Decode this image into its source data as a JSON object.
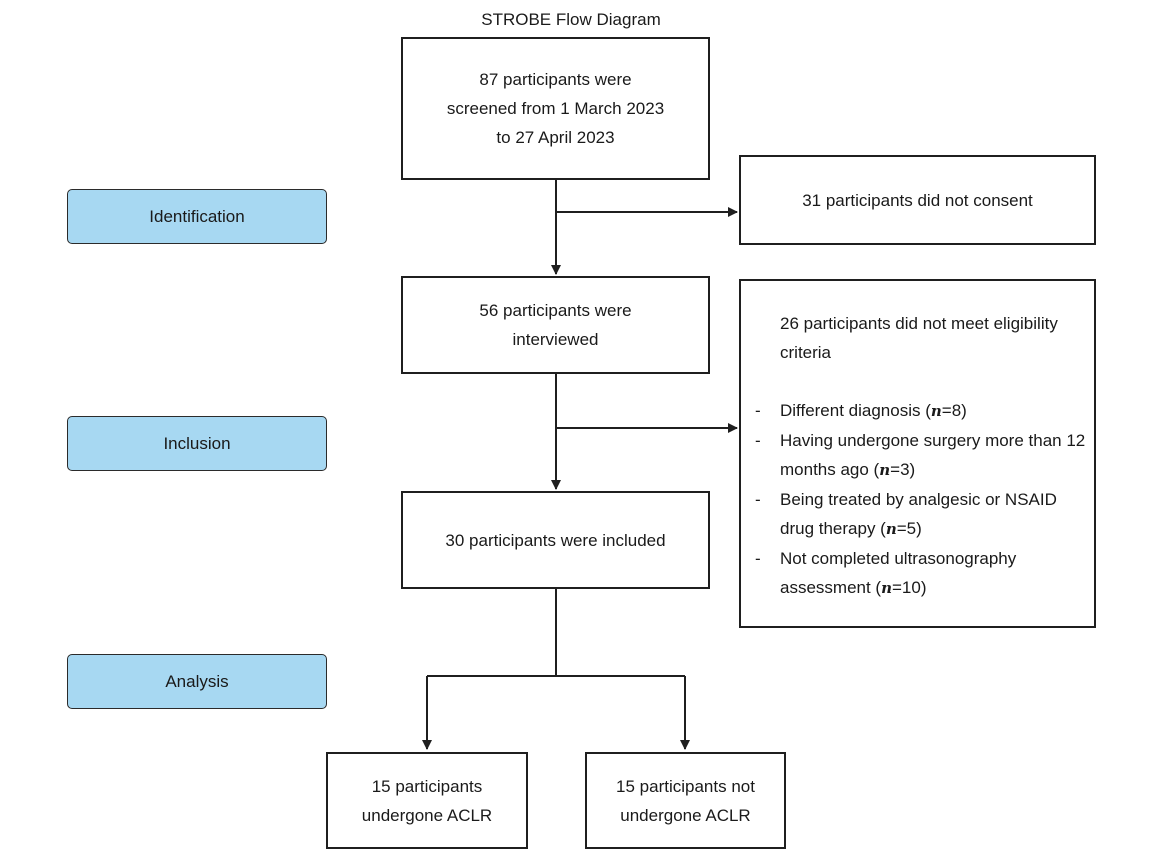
{
  "title": "STROBE Flow Diagram",
  "stages": {
    "identification": "Identification",
    "inclusion": "Inclusion",
    "analysis": "Analysis"
  },
  "boxes": {
    "screened": "87 participants were\nscreened from 1 March 2023\nto 27 April 2023",
    "no_consent": "31 participants did not consent",
    "interviewed": "56 participants were\ninterviewed",
    "included": "30 participants were included",
    "aclr": "15 participants\nundergone ACLR",
    "no_aclr": "15 participants not\nundergone ACLR"
  },
  "exclusion": {
    "heading": "26 participants did not meet eligibility criteria",
    "bullet": "-",
    "n_symbol": "n",
    "items": [
      {
        "before": "Different diagnosis (",
        "after": "=8)"
      },
      {
        "before": "Having undergone surgery more than 12 months ago (",
        "after": "=3)"
      },
      {
        "before": "Being treated by analgesic or NSAID drug therapy (",
        "after": "=5)"
      },
      {
        "before": "Not completed ultrasonography assessment (",
        "after": "=10)"
      }
    ]
  },
  "colors": {
    "stage_fill": "#a7d8f2",
    "border": "#1f1f1f"
  }
}
